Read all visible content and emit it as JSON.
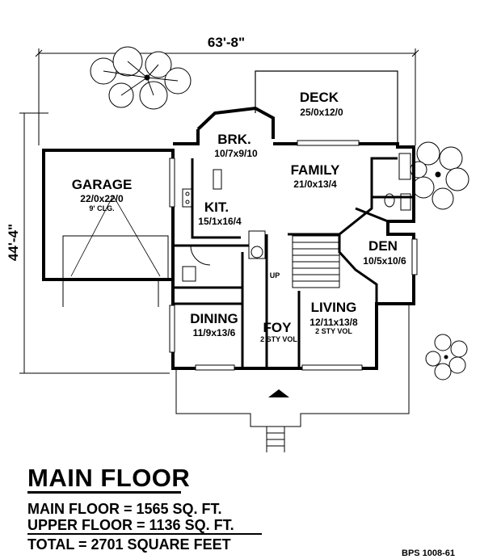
{
  "dimensions": {
    "width_label": "63'-8\"",
    "depth_label": "44'-4\""
  },
  "rooms": {
    "deck": {
      "name": "DECK",
      "size": "25/0x12/0"
    },
    "brk": {
      "name": "BRK.",
      "size": "10/7x9/10"
    },
    "family": {
      "name": "FAMILY",
      "size": "21/0x13/4"
    },
    "garage": {
      "name": "GARAGE",
      "size": "22/0x22/0",
      "note": "9' CLG."
    },
    "kit": {
      "name": "KIT.",
      "size": "15/1x16/4"
    },
    "den": {
      "name": "DEN",
      "size": "10/5x10/6"
    },
    "dining": {
      "name": "DINING",
      "size": "11/9x13/6"
    },
    "foy": {
      "name": "FOY",
      "note": "2 STY VOL"
    },
    "living": {
      "name": "LIVING",
      "size": "12/11x13/8",
      "note": "2 STY VOL"
    },
    "stair": {
      "label": "UP"
    }
  },
  "summary": {
    "title": "MAIN FLOOR",
    "main_floor": "MAIN FLOOR = 1565 SQ. FT.",
    "upper_floor": "UPPER FLOOR = 1136 SQ. FT.",
    "total": "TOTAL = 2701 SQUARE FEET"
  },
  "plan_code": "BPS 1008-61"
}
